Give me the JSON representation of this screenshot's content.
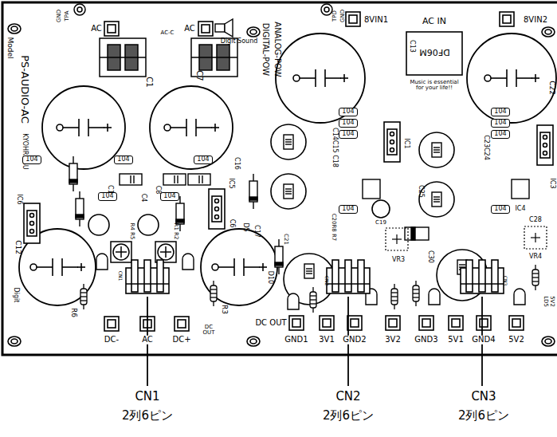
{
  "diagram": {
    "nodes": [
      {
        "text": [
          "104"
        ]
      },
      {
        "text": [
          "104"
        ]
      },
      {
        "text": [
          "104"
        ]
      },
      {
        "text": [
          "104"
        ]
      },
      {
        "text": [
          "104"
        ]
      },
      {
        "text": [
          "104"
        ]
      },
      {
        "text": [
          "104"
        ]
      },
      {
        "text": [
          "104"
        ]
      },
      {
        "text": [
          "104"
        ]
      },
      {
        "text": [
          "104"
        ]
      },
      {
        "text": [
          "104"
        ]
      },
      {
        "text": [
          "104"
        ]
      },
      {
        "text": [
          "104"
        ]
      },
      {
        "text": [
          "DF06M"
        ]
      }
    ],
    "labels": [
      "GND",
      "TPA",
      "AC",
      "AC-C",
      "AC",
      "Digit Sound",
      "Model",
      "PS-AUDIO-AC",
      "KYOHRITSU",
      "DIGITAL-POW",
      "ANALOG-POW",
      "C7",
      "C1",
      "TPD",
      "GND",
      "8VIN1",
      "AC IN",
      "C13",
      "Music is essential for your life!!",
      "8VIN2",
      "C22",
      "C14C15 C18",
      "IC1",
      "C25",
      "C23C24",
      "IC4",
      "IC3",
      "C16",
      "C8",
      "D5",
      "C10",
      "C4",
      "R4 R5",
      "R1 R2",
      "IC6",
      "IC5",
      "C6",
      "C12",
      "Digit",
      "C17",
      "D10",
      "C21",
      "C19",
      "C20R8 R7",
      "VR3",
      "C30",
      "C28",
      "VR4",
      "5V2",
      "LD5",
      "CN1",
      "CN2",
      "CN3",
      "R6",
      "R3",
      "DC-",
      "AC",
      "DC+",
      "DC OUT",
      "DC OUT",
      "GND1",
      "3V1",
      "GND2",
      "3V2",
      "GND3",
      "5V1",
      "GND4",
      "5V2",
      "CN1",
      "2列6ピン",
      "CN2",
      "2列6ピン",
      "CN3",
      "2列6ピン"
    ]
  }
}
